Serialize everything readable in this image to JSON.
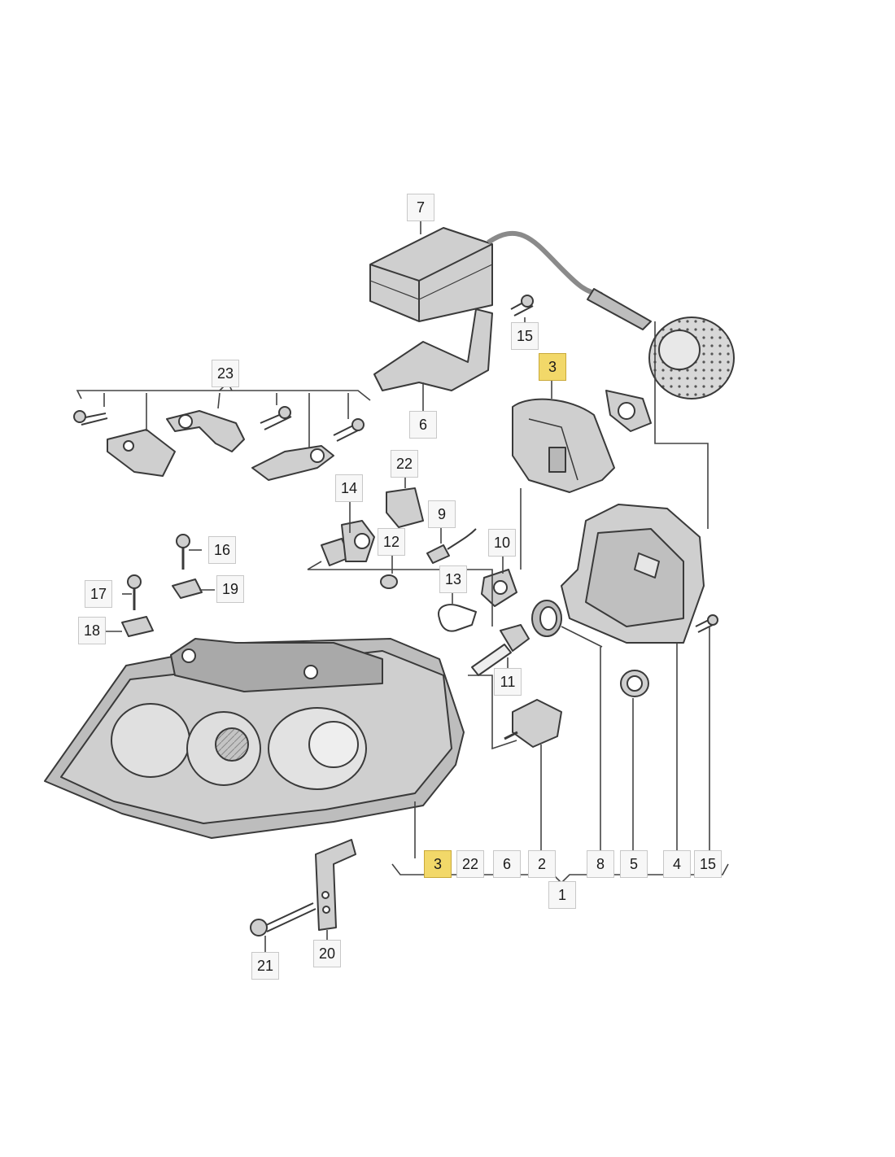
{
  "diagram": {
    "description_free": true,
    "colors": {
      "part_fill": "#cfcfcf",
      "part_dark": "#9a9a9a",
      "outline": "#3a3a3a",
      "leader": "#444444",
      "label_bg": "#f7f7f7",
      "label_border": "#c8c8c8",
      "highlight": "#f2d869"
    },
    "labels": {
      "p7": "7",
      "p15a": "15",
      "p23": "23",
      "p6a": "6",
      "p3a": "3",
      "p22a": "22",
      "p14": "14",
      "p9": "9",
      "p16": "16",
      "p12": "12",
      "p10": "10",
      "p17": "17",
      "p19": "19",
      "p13": "13",
      "p18": "18",
      "p11": "11",
      "p3b": "3",
      "p22b": "22",
      "p6b": "6",
      "p2": "2",
      "p8": "8",
      "p5": "5",
      "p4": "4",
      "p15b": "15",
      "p1": "1",
      "p21": "21",
      "p20": "20"
    }
  }
}
